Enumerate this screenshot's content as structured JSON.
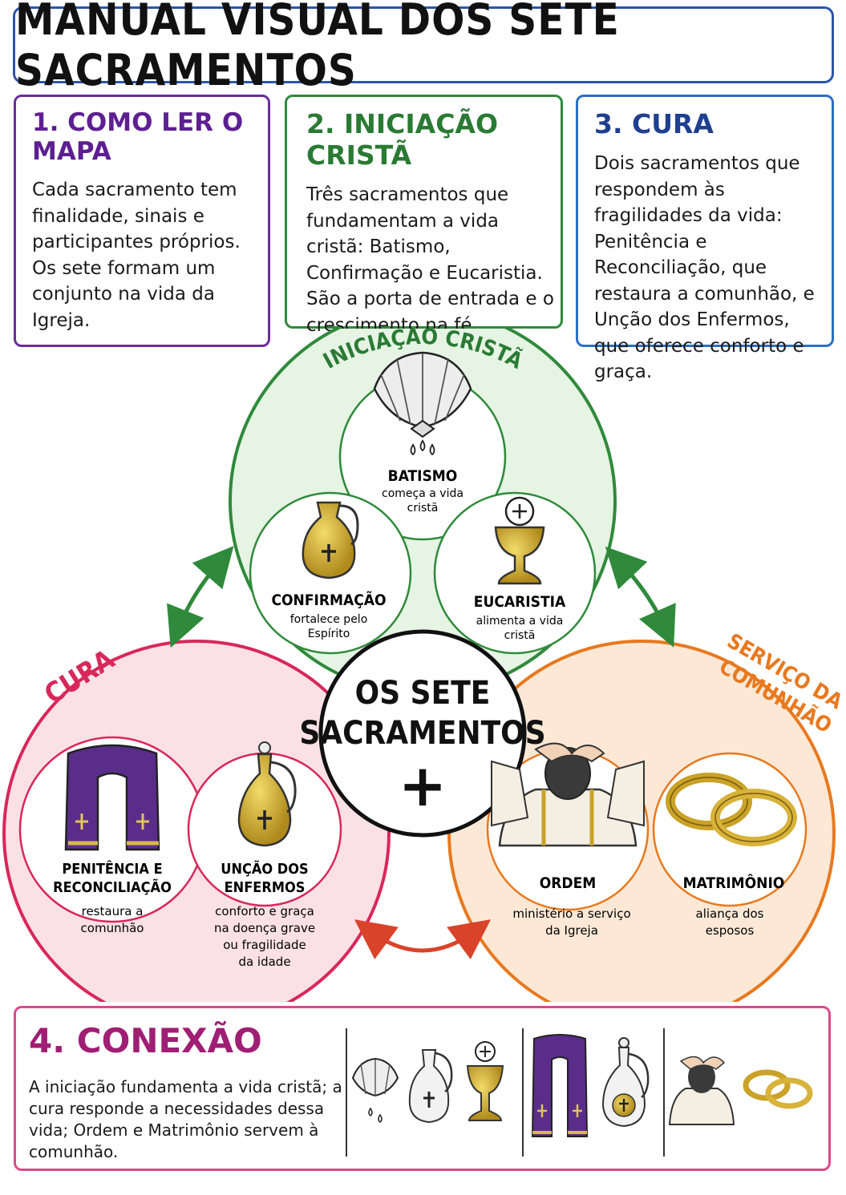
{
  "title": "MANUAL VISUAL DOS SETE SACRAMENTOS",
  "boxes": {
    "how_to_read": {
      "heading": "1. COMO LER O MAPA",
      "text": "Cada sacramento tem finalidade, sinais e participantes próprios. Os sete formam um conjunto na vida da Igreja."
    },
    "initiation": {
      "heading": "2. INICIAÇÃO CRISTÃ",
      "text": "Três sacramentos que fundamentam a vida cristã: Batismo, Confirmação e Eucaristia. São a porta de entrada e o crescimento na fé."
    },
    "healing": {
      "heading": "3. CURA",
      "text": "Dois sacramentos que respondem às fragilidades da vida: Penitência e Reconciliação, que restaura a comunhão, e Unção dos Enfermos, que oferece conforto e graça."
    },
    "connection": {
      "heading": "4. CONEXÃO",
      "text": "A iniciação fundamenta a vida cristã; a cura responde a necessidades dessa vida; Ordem e Matrimônio servem à comunhão."
    }
  },
  "center": {
    "line1": "OS SETE",
    "line2": "SACRAMENTOS",
    "symbol": "+"
  },
  "groups": {
    "initiation": {
      "label": "INICIAÇÃO CRISTÃ",
      "color": "#2f8a3b",
      "fill": "#e6f4e4"
    },
    "healing": {
      "label": "CURA",
      "color": "#d8285a",
      "fill": "#fbe1e6"
    },
    "service": {
      "label1": "SERVIÇO DA",
      "label2": "COMUNHÃO",
      "color": "#e8791f",
      "fill": "#fde8d6"
    }
  },
  "sacraments": {
    "batismo": {
      "name": "BATISMO",
      "desc1": "começa a vida",
      "desc2": "cristã",
      "icon": "shell-icon"
    },
    "confirmacao": {
      "name": "CONFIRMAÇÃO",
      "desc1": "fortalece pelo",
      "desc2": "Espírito",
      "icon": "oil-jug-icon"
    },
    "eucaristia": {
      "name": "EUCARISTIA",
      "desc1": "alimenta a vida",
      "desc2": "cristã",
      "icon": "chalice-icon"
    },
    "penitencia": {
      "name1": "PENITÊNCIA E",
      "name2": "RECONCILIAÇÃO",
      "desc1": "restaura a",
      "desc2": "comunhão",
      "icon": "stole-icon"
    },
    "uncao": {
      "name1": "UNÇÃO DOS",
      "name2": "ENFERMOS",
      "desc1": "conforto e graça",
      "desc2": "na doença grave",
      "desc3": "ou fragilidade",
      "desc4": "da idade",
      "icon": "oil-cruet-icon"
    },
    "ordem": {
      "name": "ORDEM",
      "desc1": "ministério a serviço",
      "desc2": "da Igreja",
      "icon": "ordination-hands-icon"
    },
    "matrimonio": {
      "name": "MATRIMÔNIO",
      "desc1": "aliança dos",
      "desc2": "esposos",
      "icon": "rings-icon"
    }
  },
  "colors": {
    "title_border": "#2d55a8",
    "purple": "#5d1f92",
    "green": "#2f8a3b",
    "blue": "#1f3f8f",
    "magenta": "#a01e74",
    "gold": "#c9a227"
  }
}
